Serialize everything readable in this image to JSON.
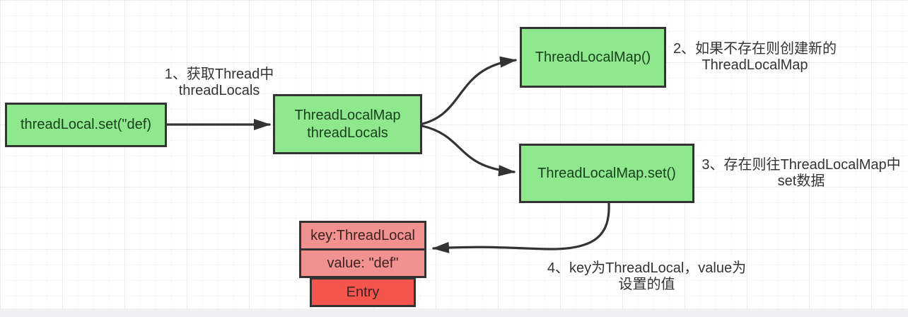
{
  "flow": {
    "start_box": {
      "label": "threadLocal.set(\"def)"
    },
    "threadlocals_box": {
      "line1": "ThreadLocalMap",
      "line2": "threadLocals"
    },
    "new_map_box": {
      "label": "ThreadLocalMap()"
    },
    "set_box": {
      "label": "ThreadLocalMap.set()"
    },
    "entry": {
      "key_label": "key:ThreadLocal",
      "value_label": "value: \"def\"",
      "entry_label": "Entry"
    }
  },
  "annotations": {
    "step1": {
      "line1": "1、获取Thread中",
      "line2": "threadLocals"
    },
    "step2": {
      "line1": "2、如果不存在则创建新的",
      "line2": "ThreadLocalMap"
    },
    "step3": {
      "line1": "3、存在则往ThreadLocalMap中",
      "line2": "set数据"
    },
    "step4": {
      "line1": "4、key为ThreadLocal，value为",
      "line2": "设置的值"
    }
  },
  "colors": {
    "box_green": "#8fe88d",
    "box_pink": "#f29290",
    "box_red": "#f4564e",
    "border": "#333333",
    "arrow": "#333333",
    "green_text": "#17411a",
    "pink_text": "#3c2323",
    "annotation_text": "#333333",
    "bottom_strip": "#f0eff1"
  }
}
